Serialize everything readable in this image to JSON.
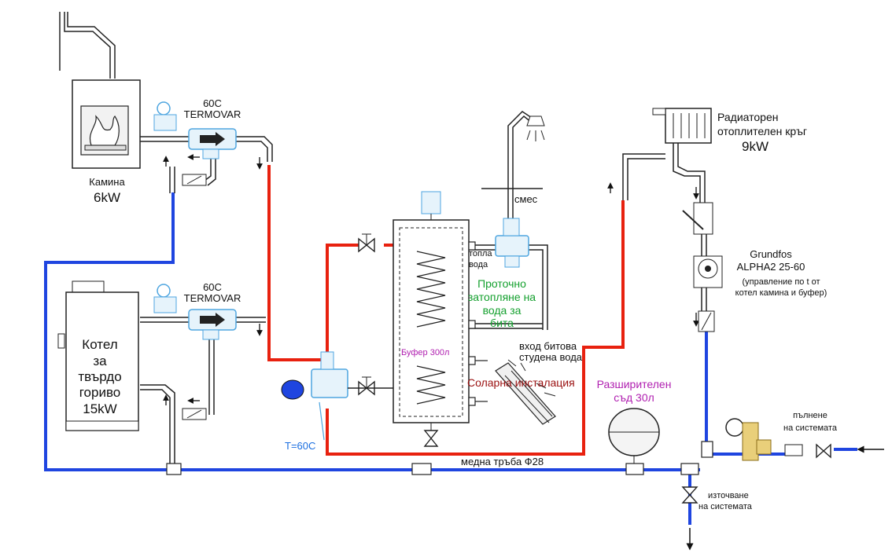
{
  "labels": {
    "fireplace": "Камина",
    "fireplace_power": "6kW",
    "boiler_line1": "Котел",
    "boiler_line2": "за",
    "boiler_line3": "твърдо",
    "boiler_line4": "гориво",
    "boiler_power": "15kW",
    "termovar_temp_top": "60C",
    "termovar_name_top": "TERMOVAR",
    "termovar_temp_bottom": "60C",
    "termovar_name_bottom": "TERMOVAR",
    "mix": "смес",
    "hot_water_line1": "топла",
    "hot_water_line2": "вода",
    "instant_line1": "Проточно",
    "instant_line2": "затопляне на",
    "instant_line3": "вода за",
    "instant_line4": "бита",
    "cold_in_line1": "вход битова",
    "cold_in_line2": "студена вода",
    "buffer": "Буфер 300л",
    "solar": "Соларна инсталация",
    "t60": "T=60C",
    "copper_pipe": "медна тръба Ф28",
    "radiator_line1": "Радиаторен",
    "radiator_line2": "отоплителен кръг",
    "radiator_power": "9kW",
    "pump_line1": "Grundfos",
    "pump_line2": "ALPHA2 25-60",
    "pump_line3": "(управление по t от",
    "pump_line4": "котел камина и буфер)",
    "expansion_line1": "Разширителен",
    "expansion_line2": "съд 30л",
    "fill_line1": "пълнене",
    "fill_line2": "на системата",
    "drain_line1": "източване",
    "drain_line2": "на системата"
  },
  "colors": {
    "hot_pipe": "#e8210f",
    "cold_pipe": "#1f45e0",
    "valve_blue": "#4fa6e0",
    "green_text": "#14a02e",
    "purple_text": "#b01fb0",
    "darkred_text": "#9a1010",
    "blue_text": "#1a6ee0"
  }
}
